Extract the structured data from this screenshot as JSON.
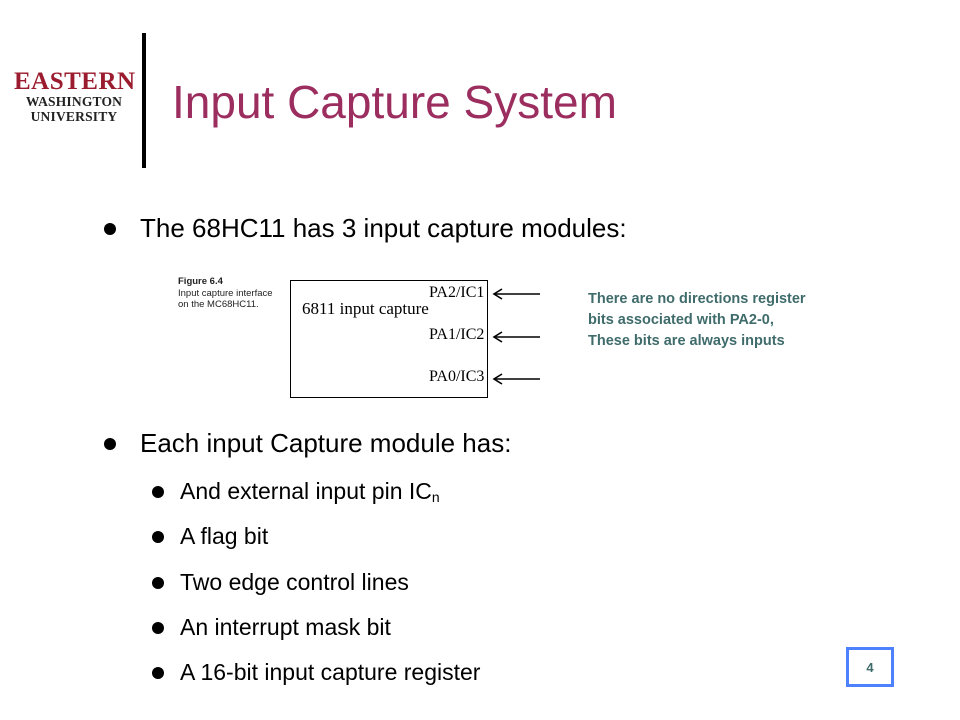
{
  "logo": {
    "line1": "EASTERN",
    "line2": "WASHINGTON",
    "line3": "UNIVERSITY"
  },
  "title": "Input Capture System",
  "bullets": [
    {
      "text": "The 68HC11 has 3 input capture modules:"
    },
    {
      "text": "Each input Capture module has:"
    }
  ],
  "sub_bullets": [
    {
      "text": "And external input pin IC",
      "subscript": "n"
    },
    {
      "text": "A flag bit"
    },
    {
      "text": "Two edge control lines"
    },
    {
      "text": "An interrupt mask bit"
    },
    {
      "text": "A 16-bit input capture register"
    }
  ],
  "figure": {
    "caption_title": "Figure 6.4",
    "caption_line2": "Input capture interface",
    "caption_line3": "on the MC68HC11.",
    "box_label": "6811 input capture",
    "pins": [
      "PA2/IC1",
      "PA1/IC2",
      "PA0/IC3"
    ]
  },
  "note": {
    "line1": "There are no directions register",
    "line2": "bits associated with PA2-0,",
    "line3": "These bits are always inputs"
  },
  "page_number": "4",
  "colors": {
    "title": "#9b2d5f",
    "logo_red": "#9b1c2e",
    "note": "#3f6b6b",
    "page_box_border": "#4e81ff"
  }
}
